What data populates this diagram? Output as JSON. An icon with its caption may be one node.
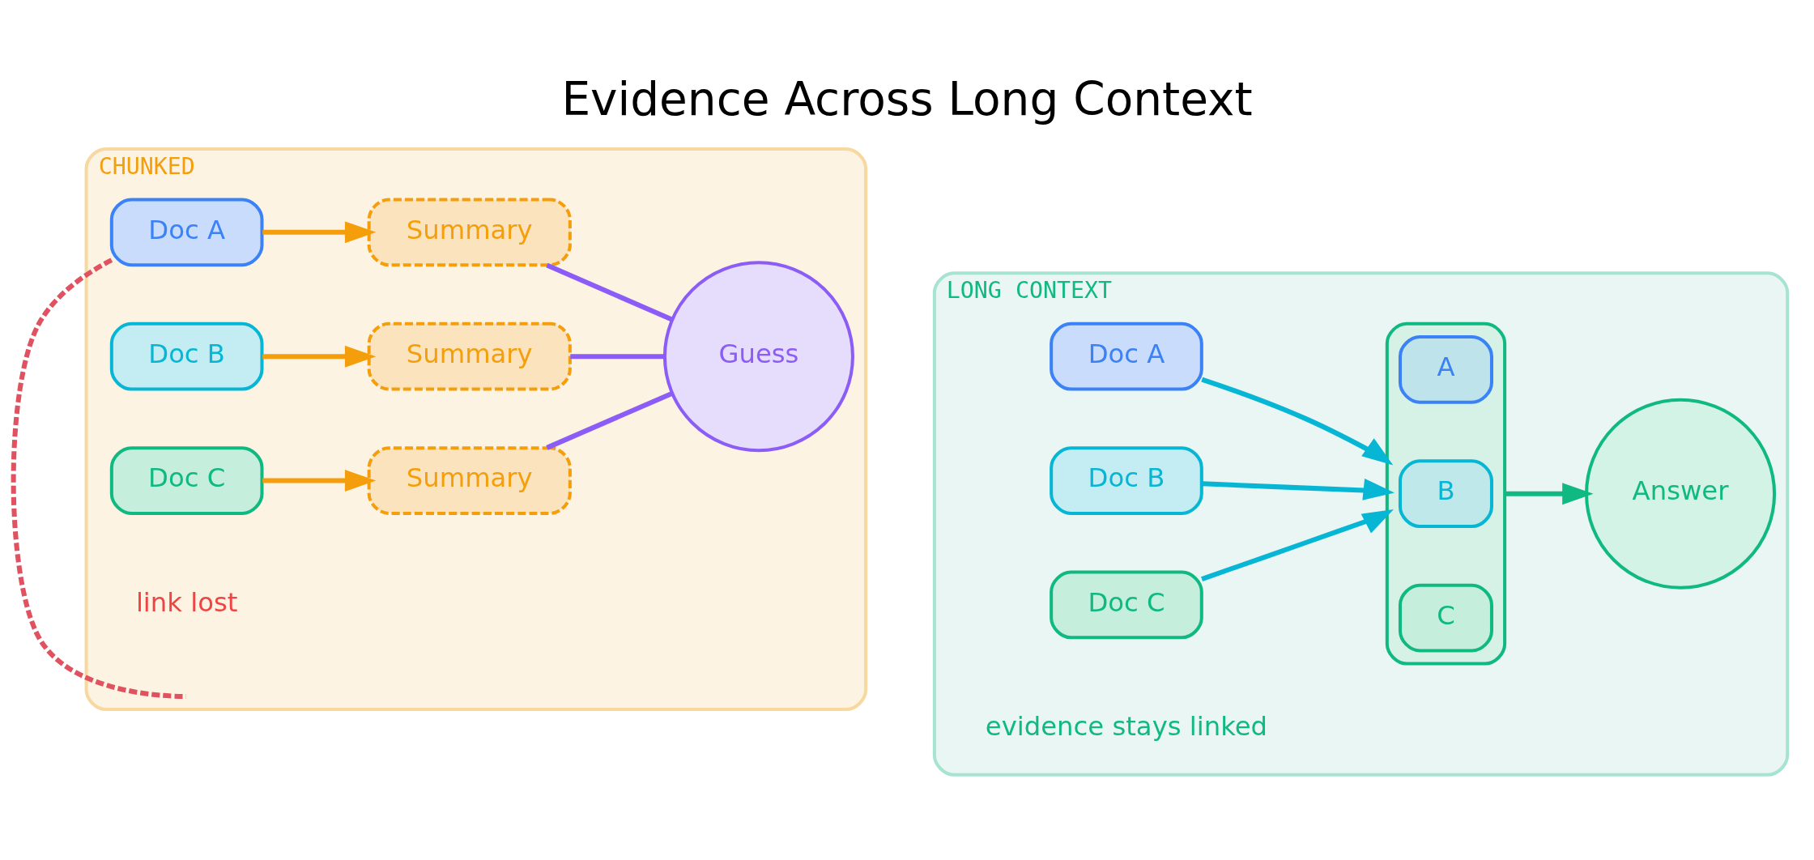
{
  "diagram": {
    "title": "Evidence Across Long Context",
    "nodes": [
      {
        "text": [
          "CHUNKED"
        ]
      },
      {
        "text": [
          "Doc A"
        ],
        "in": 0
      },
      {
        "text": [
          "Doc B"
        ],
        "in": 0
      },
      {
        "text": [
          "Doc C"
        ],
        "in": 0
      },
      {
        "text": [
          "Summary"
        ],
        "in": 0
      },
      {
        "text": [
          "Summary"
        ],
        "in": 0
      },
      {
        "text": [
          "Summary"
        ],
        "in": 0
      },
      {
        "text": [
          "Guess"
        ],
        "in": 0
      },
      {
        "text": [
          "LONG CONTEXT"
        ]
      },
      {
        "text": [
          "Doc A"
        ],
        "in": 8
      },
      {
        "text": [
          "Doc B"
        ],
        "in": 8
      },
      {
        "text": [
          "Doc C"
        ],
        "in": 8
      },
      {
        "text": [],
        "shape": "box",
        "in": 8
      },
      {
        "text": [
          "A"
        ],
        "in": 12
      },
      {
        "text": [
          "B"
        ],
        "in": 12
      },
      {
        "text": [
          "C"
        ],
        "in": 12
      },
      {
        "text": [
          "Answer"
        ],
        "in": 8
      }
    ],
    "edges": [
      {
        "from": 1,
        "to": 4,
        "arrow": "to",
        "color": "#f59e0b"
      },
      {
        "from": 2,
        "to": 5,
        "arrow": "to",
        "color": "#f59e0b"
      },
      {
        "from": 3,
        "to": 6,
        "arrow": "to",
        "color": "#f59e0b"
      },
      {
        "from": 4,
        "to": 7,
        "arrow": "none",
        "color": "#8b5cf6"
      },
      {
        "from": 5,
        "to": 7,
        "arrow": "none",
        "color": "#8b5cf6"
      },
      {
        "from": 6,
        "to": 7,
        "arrow": "none",
        "color": "#8b5cf6"
      },
      {
        "from": 1,
        "to": null,
        "arrow": "none",
        "style": "dashed",
        "color": "#e05260"
      },
      {
        "from": 9,
        "to": 12,
        "arrow": "to",
        "color": "#06b6d4"
      },
      {
        "from": 10,
        "to": 12,
        "arrow": "to",
        "color": "#06b6d4"
      },
      {
        "from": 11,
        "to": 12,
        "arrow": "to",
        "color": "#06b6d4"
      },
      {
        "from": 12,
        "to": 16,
        "arrow": "to",
        "color": "#10b981"
      }
    ],
    "labels": [
      "link lost",
      "evidence stays linked"
    ]
  }
}
